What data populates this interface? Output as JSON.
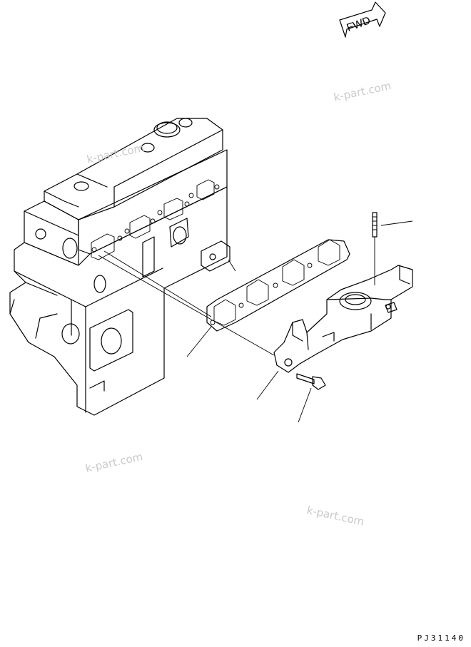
{
  "fwd_label": "FWD",
  "watermarks": [
    "k-part.com",
    "k-part.com",
    "k-part.com",
    "k-part.com"
  ],
  "figure_code": "PJ31140",
  "colors": {
    "line": "#000000",
    "watermark": "#c9c9c9",
    "background": "#ffffff"
  }
}
